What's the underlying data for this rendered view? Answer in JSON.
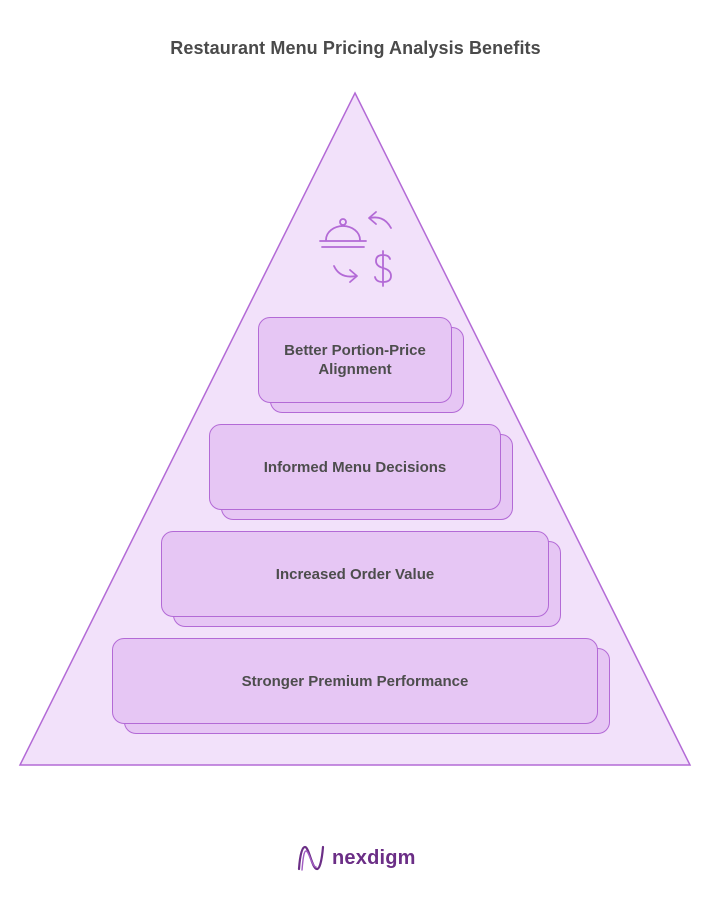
{
  "title": "Restaurant Menu Pricing Analysis Benefits",
  "tiers": [
    {
      "label": "Better Portion-Price Alignment"
    },
    {
      "label": "Informed Menu Decisions"
    },
    {
      "label": "Increased Order Value"
    },
    {
      "label": "Stronger Premium Performance"
    }
  ],
  "icons": {
    "apex": [
      "cloche-icon",
      "arrow-left-icon",
      "arrow-right-icon",
      "dollar-icon"
    ],
    "brand": "nexdigm-logo-icon"
  },
  "brand": {
    "name": "nexdigm"
  },
  "colors": {
    "pyramid_fill": "#f2e1fa",
    "pyramid_stroke": "#b36ad6",
    "tier_fill": "#e6c6f4",
    "tier_stroke": "#b36ad6",
    "title_text": "#4a4a4a",
    "label_text": "#4d4d4d",
    "brand_text": "#6b2e86"
  }
}
